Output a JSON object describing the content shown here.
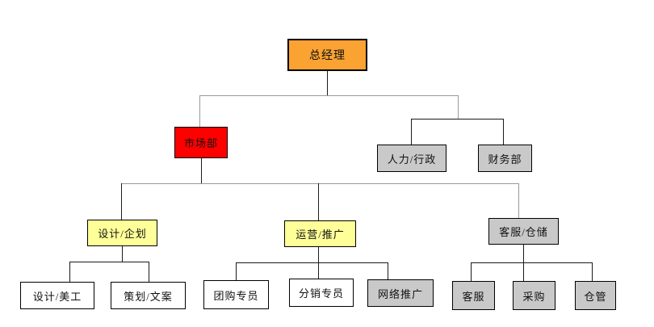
{
  "diagram": {
    "type": "org-chart",
    "background": "#FFFFFF",
    "colors": {
      "orange": "#FAA232",
      "red": "#FF0000",
      "yellow": "#FFFF99",
      "gray": "#C9C9C9",
      "white": "#FFFFFF",
      "border": "#000000"
    },
    "line_colors": {
      "primary": "#1A1A1A",
      "secondary": "#9A9A9A"
    },
    "nodes": [
      {
        "id": "general-manager",
        "label": "总经理",
        "level": 1,
        "parent": null,
        "fill": "orange"
      },
      {
        "id": "marketing-dept",
        "label": "市场部",
        "level": 2,
        "parent": "总经理",
        "fill": "red"
      },
      {
        "id": "hr-admin",
        "label": "人力/行政",
        "level": 2,
        "parent": "总经理",
        "fill": "gray"
      },
      {
        "id": "finance-dept",
        "label": "财务部",
        "level": 2,
        "parent": "总经理",
        "fill": "gray"
      },
      {
        "id": "design-planning",
        "label": "设计/企划",
        "level": 3,
        "parent": "市场部",
        "fill": "yellow"
      },
      {
        "id": "operations-promotion",
        "label": "运营/推广",
        "level": 3,
        "parent": "市场部",
        "fill": "yellow"
      },
      {
        "id": "customer-service-warehouse",
        "label": "客服/仓储",
        "level": 3,
        "parent": "市场部",
        "fill": "gray"
      },
      {
        "id": "design-art",
        "label": "设计/美工",
        "level": 4,
        "parent": "设计/企划",
        "fill": "white"
      },
      {
        "id": "planning-copy",
        "label": "策划/文案",
        "level": 4,
        "parent": "设计/企划",
        "fill": "white"
      },
      {
        "id": "groupbuy-specialist",
        "label": "团购专员",
        "level": 4,
        "parent": "运营/推广",
        "fill": "white"
      },
      {
        "id": "distribution-specialist",
        "label": "分销专员",
        "level": 4,
        "parent": "运营/推广",
        "fill": "white"
      },
      {
        "id": "web-promotion",
        "label": "网络推广",
        "level": 4,
        "parent": "运营/推广",
        "fill": "gray"
      },
      {
        "id": "customer-service",
        "label": "客服",
        "level": 4,
        "parent": "客服/仓储",
        "fill": "gray"
      },
      {
        "id": "purchasing",
        "label": "采购",
        "level": 4,
        "parent": "客服/仓储",
        "fill": "gray"
      },
      {
        "id": "warehouse",
        "label": "仓管",
        "level": 4,
        "parent": "客服/仓储",
        "fill": "gray"
      }
    ]
  }
}
